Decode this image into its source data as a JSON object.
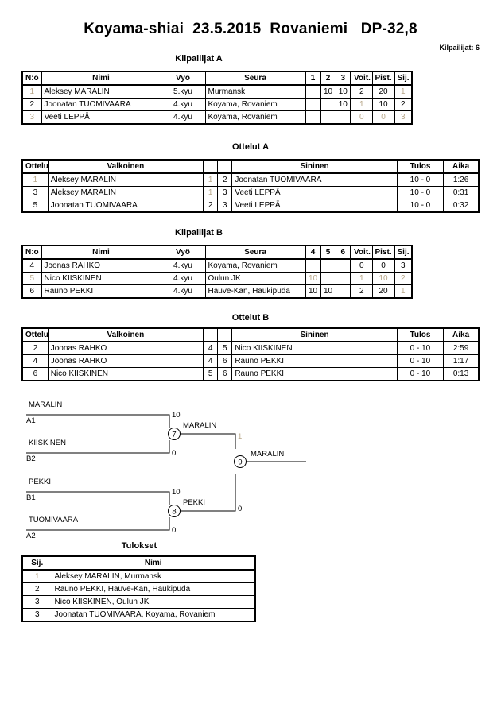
{
  "header": {
    "title": "Koyama-shiai  23.5.2015  Rovaniemi   DP-32,8",
    "entrants_label": "Kilpailijat: 6"
  },
  "pool_a": {
    "caption": "Kilpailijat A",
    "columns": [
      "N:o",
      "Nimi",
      "Vyö",
      "Seura",
      "1",
      "2",
      "3",
      "Voit.",
      "Pist.",
      "Sij."
    ],
    "rows": [
      {
        "no": "1",
        "name": "Aleksey MARALIN",
        "belt": "5.kyu",
        "club": "Murmansk",
        "m1": "",
        "m2": "10",
        "m3": "10",
        "wins": "2",
        "points": "20",
        "rank": "1"
      },
      {
        "no": "2",
        "name": "Joonatan TUOMIVAARA",
        "belt": "4.kyu",
        "club": "Koyama, Rovaniem",
        "m1": "",
        "m2": "",
        "m3": "10",
        "wins": "1",
        "points": "10",
        "rank": "2"
      },
      {
        "no": "3",
        "name": "Veeti LEPPÄ",
        "belt": "4.kyu",
        "club": "Koyama, Rovaniem",
        "m1": "",
        "m2": "",
        "m3": "",
        "wins": "0",
        "points": "0",
        "rank": "3"
      }
    ]
  },
  "matches_a": {
    "caption": "Ottelut A",
    "columns": [
      "Ottelu",
      "Valkoinen",
      "",
      "",
      "Sininen",
      "Tulos",
      "Aika"
    ],
    "rows": [
      {
        "match": "1",
        "white": "Aleksey MARALIN",
        "white_no": "1",
        "blue_no": "2",
        "blue": "Joonatan TUOMIVAARA",
        "result": "10 - 0",
        "time": "1:26"
      },
      {
        "match": "3",
        "white": "Aleksey MARALIN",
        "white_no": "1",
        "blue_no": "3",
        "blue": "Veeti LEPPÄ",
        "result": "10 - 0",
        "time": "0:31"
      },
      {
        "match": "5",
        "white": "Joonatan TUOMIVAARA",
        "white_no": "2",
        "blue_no": "3",
        "blue": "Veeti LEPPÄ",
        "result": "10 - 0",
        "time": "0:32"
      }
    ]
  },
  "pool_b": {
    "caption": "Kilpailijat B",
    "columns": [
      "N:o",
      "Nimi",
      "Vyö",
      "Seura",
      "4",
      "5",
      "6",
      "Voit.",
      "Pist.",
      "Sij."
    ],
    "rows": [
      {
        "no": "4",
        "name": "Joonas RAHKO",
        "belt": "4.kyu",
        "club": "Koyama, Rovaniem",
        "m1": "",
        "m2": "",
        "m3": "",
        "wins": "0",
        "points": "0",
        "rank": "3"
      },
      {
        "no": "5",
        "name": "Nico KIISKINEN",
        "belt": "4.kyu",
        "club": "Oulun JK",
        "m1": "10",
        "m2": "",
        "m3": "",
        "wins": "1",
        "points": "10",
        "rank": "2"
      },
      {
        "no": "6",
        "name": "Rauno PEKKI",
        "belt": "4.kyu",
        "club": "Hauve-Kan, Haukipuda",
        "m1": "10",
        "m2": "10",
        "m3": "",
        "wins": "2",
        "points": "20",
        "rank": "1"
      }
    ]
  },
  "matches_b": {
    "caption": "Ottelut B",
    "columns": [
      "Ottelu",
      "Valkoinen",
      "",
      "",
      "Sininen",
      "Tulos",
      "Aika"
    ],
    "rows": [
      {
        "match": "2",
        "white": "Joonas RAHKO",
        "white_no": "4",
        "blue_no": "5",
        "blue": "Nico KIISKINEN",
        "result": "0 - 10",
        "time": "2:59"
      },
      {
        "match": "4",
        "white": "Joonas RAHKO",
        "white_no": "4",
        "blue_no": "6",
        "blue": "Rauno PEKKI",
        "result": "0 - 10",
        "time": "1:17"
      },
      {
        "match": "6",
        "white": "Nico KIISKINEN",
        "white_no": "5",
        "blue_no": "6",
        "blue": "Rauno PEKKI",
        "result": "0 - 10",
        "time": "0:13"
      }
    ]
  },
  "bracket": {
    "entries": {
      "sf1_top_name": "MARALIN",
      "sf1_top_seed": "A1",
      "sf1_bottom_name": "KIISKINEN",
      "sf1_bottom_seed": "B2",
      "sf2_top_name": "PEKKI",
      "sf2_top_seed": "B1",
      "sf2_bottom_name": "TUOMIVAARA",
      "sf2_bottom_seed": "A2"
    },
    "nodes": {
      "sf1_number": "7",
      "sf1_winner": "MARALIN",
      "sf1_top_score": "10",
      "sf1_bottom_score": "0",
      "sf2_number": "8",
      "sf2_winner": "PEKKI",
      "sf2_top_score": "10",
      "sf2_bottom_score": "0",
      "final_number": "9",
      "final_winner": "MARALIN",
      "final_top_score": "1",
      "final_bottom_score": "0"
    }
  },
  "results": {
    "caption": "Tulokset",
    "columns": [
      "Sij.",
      "Nimi"
    ],
    "rows": [
      {
        "rank": "1",
        "name": "Aleksey MARALIN, Murmansk"
      },
      {
        "rank": "2",
        "name": "Rauno PEKKI, Hauve-Kan, Haukipuda"
      },
      {
        "rank": "3",
        "name": "Nico KIISKINEN, Oulun JK"
      },
      {
        "rank": "3",
        "name": "Joonatan TUOMIVAARA, Koyama, Rovaniem"
      }
    ]
  }
}
